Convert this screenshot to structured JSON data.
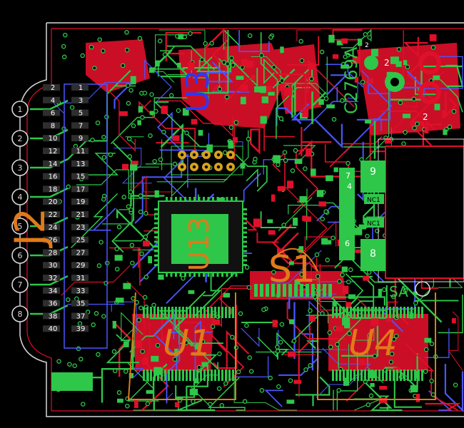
{
  "colors": {
    "background": "#000000",
    "board_outline": "#d8d8d8",
    "keepout": "#e0102a",
    "top_copper": "#2ec74a",
    "bottom_copper": "#e0102a",
    "inner_trace": "#4b56ff",
    "silkscreen": "#e07a1a",
    "pad_text": "#ffffff"
  },
  "edge_connector": {
    "pads": [
      "1",
      "2",
      "3",
      "4",
      "5",
      "6",
      "7",
      "8"
    ]
  },
  "j2": {
    "ref": "J2",
    "left_pins": [
      "2",
      "4",
      "6",
      "8",
      "10",
      "12",
      "14",
      "16",
      "18",
      "20",
      "22",
      "24",
      "26",
      "28",
      "30",
      "32",
      "34",
      "36",
      "38",
      "40"
    ],
    "right_pins": [
      "1",
      "3",
      "5",
      "7",
      "9",
      "11",
      "13",
      "15",
      "17",
      "19",
      "21",
      "23",
      "25",
      "27",
      "29",
      "31",
      "33",
      "35",
      "37",
      "39"
    ]
  },
  "labels": {
    "u3": "U3",
    "u13": "U13",
    "u1": "U1",
    "s1": "S1",
    "u4": "U4",
    "c2769a": "C2769A",
    "sa": "SA",
    "nc1_a": "NC1",
    "nc1_b": "NC1",
    "box_upper": "9",
    "box_lower": "8",
    "pin_4": "4",
    "pin_6": "6",
    "pin_7": "7",
    "top_2a": "2",
    "top_2b": "2",
    "ic_pin_2": "2"
  }
}
